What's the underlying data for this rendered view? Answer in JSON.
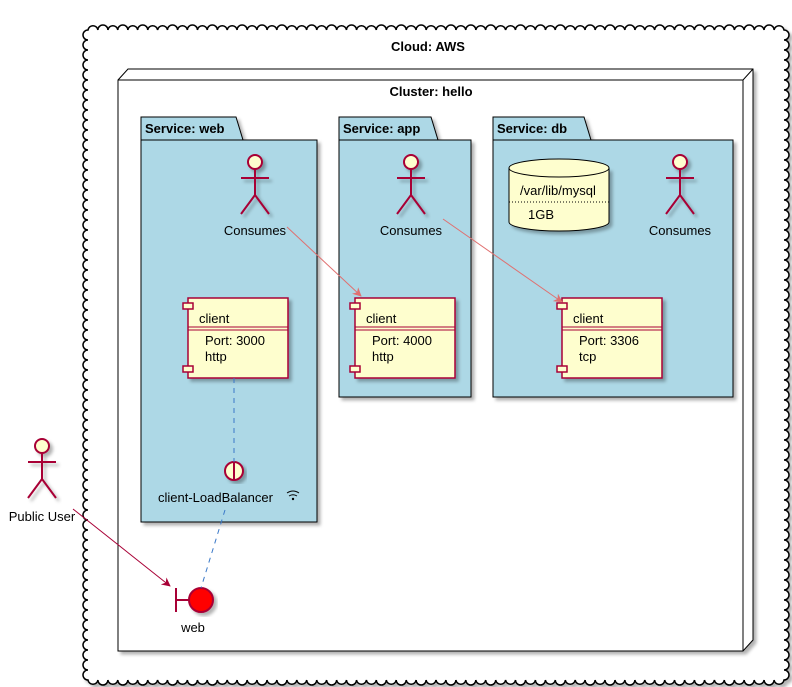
{
  "cloud": {
    "title": "Cloud: AWS"
  },
  "cluster": {
    "title": "Cluster: hello"
  },
  "services": {
    "web": {
      "title": "Service: web",
      "actor_label": "Consumes",
      "component": {
        "name": "client",
        "lines": [
          "Port: 3000",
          "http"
        ]
      },
      "interface_label": "client-LoadBalancer",
      "interface_icon": "wifi-icon"
    },
    "app": {
      "title": "Service: app",
      "actor_label": "Consumes",
      "component": {
        "name": "client",
        "lines": [
          "Port: 4000",
          "http"
        ]
      }
    },
    "db": {
      "title": "Service: db",
      "actor_label": "Consumes",
      "database": {
        "lines": [
          "/var/lib/mysql",
          "1GB"
        ]
      },
      "component": {
        "name": "client",
        "lines": [
          "Port: 3306",
          "tcp"
        ]
      }
    }
  },
  "public_user": {
    "label": "Public User"
  },
  "boundary": {
    "label": "web"
  },
  "colors": {
    "package_fill": "#ADD8E6",
    "element_fill": "#FEFECE",
    "element_stroke": "#A80036",
    "arrow_red": "#E07070",
    "arrow_crimson": "#A80036",
    "dashed_blue": "#3A78C8",
    "boundary_fill": "#FF0000"
  }
}
